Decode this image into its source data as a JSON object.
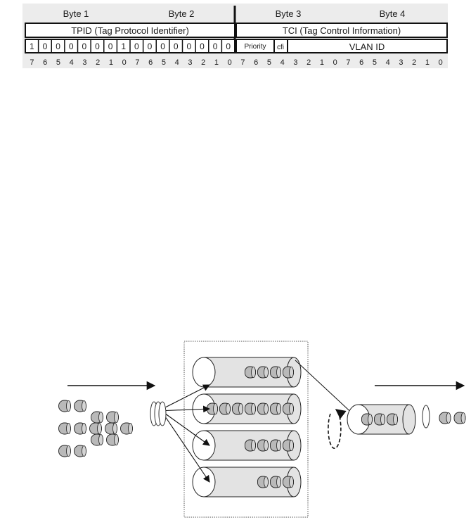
{
  "tag_format": {
    "byte_labels": [
      "Byte 1",
      "Byte 2",
      "Byte 3",
      "Byte 4"
    ],
    "tpid_label": "TPID (Tag Protocol Identifier)",
    "tci_label": "TCI (Tag Control Information)",
    "tpid_bits": [
      "1",
      "0",
      "0",
      "0",
      "0",
      "0",
      "0",
      "1",
      "0",
      "0",
      "0",
      "0",
      "0",
      "0",
      "0",
      "0"
    ],
    "priority_label": "Priority",
    "cfi_label": "cfi",
    "vlan_id_label": "VLAN ID",
    "bit_numbers": [
      "7",
      "6",
      "5",
      "4",
      "3",
      "2",
      "1",
      "0",
      "7",
      "6",
      "5",
      "4",
      "3",
      "2",
      "1",
      "0",
      "7",
      "6",
      "5",
      "4",
      "3",
      "2",
      "1",
      "0",
      "7",
      "6",
      "5",
      "4",
      "3",
      "2",
      "1",
      "0"
    ],
    "background_color": "#ececec"
  },
  "queue_diagram": {
    "queue_count": 4,
    "queue_packet_counts": [
      4,
      7,
      4,
      3
    ],
    "output_queue_packets": 3,
    "departed_packets": 2,
    "incoming_packet_rows": [
      2,
      2,
      5,
      2,
      2
    ],
    "packet_fill": "#b9b9b9",
    "queue_fill": "#e3e3e3",
    "stroke_color": "#222222"
  }
}
